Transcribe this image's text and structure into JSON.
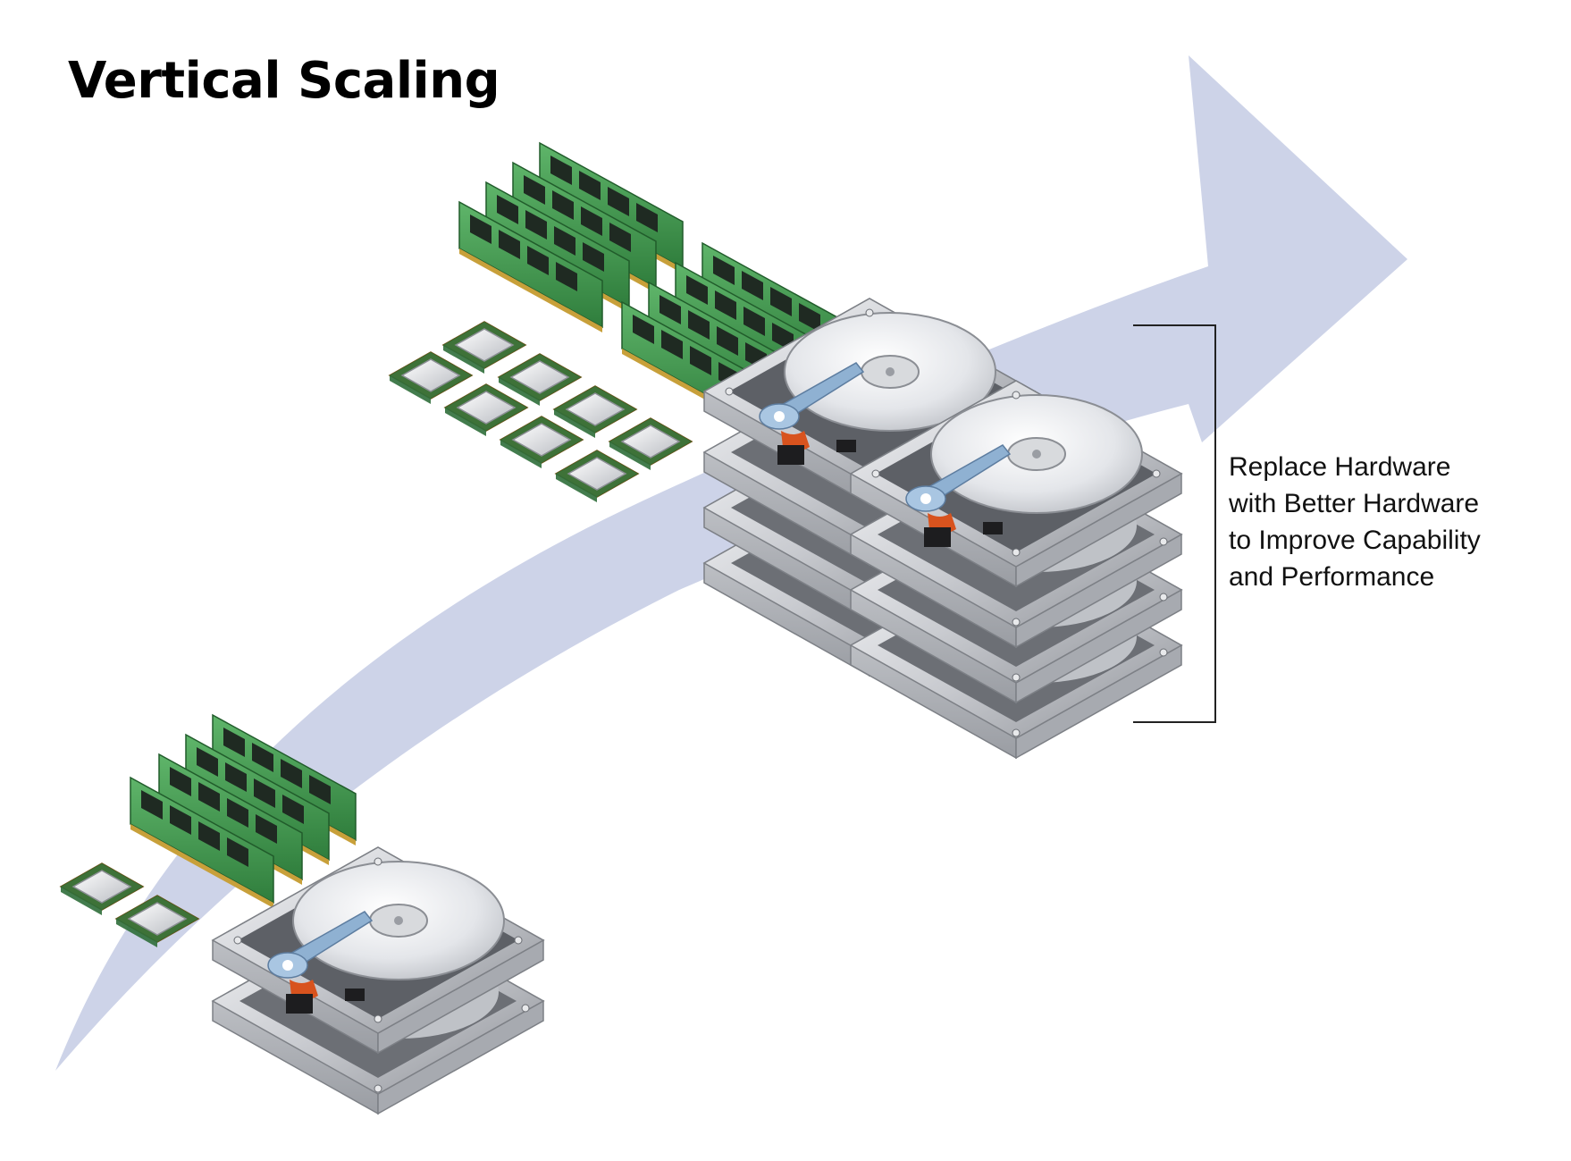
{
  "title": "Vertical Scaling",
  "caption": {
    "lines": [
      "Replace Hardware",
      "with Better Hardware",
      "to Improve Capability",
      "and Performance"
    ]
  },
  "colors": {
    "arrow": "#cdd3e8",
    "ram_pcb": "#3f9b4d",
    "drive_body": "#c9cbd0",
    "platter": "#e9eaec",
    "actuator": "#8fb1d2",
    "connector": "#d8531e"
  },
  "groups": {
    "before": {
      "drives": 2,
      "ram_modules": 4,
      "cpus": 2
    },
    "after": {
      "drives": 8,
      "ram_modules": 8,
      "cpus": 8
    }
  }
}
